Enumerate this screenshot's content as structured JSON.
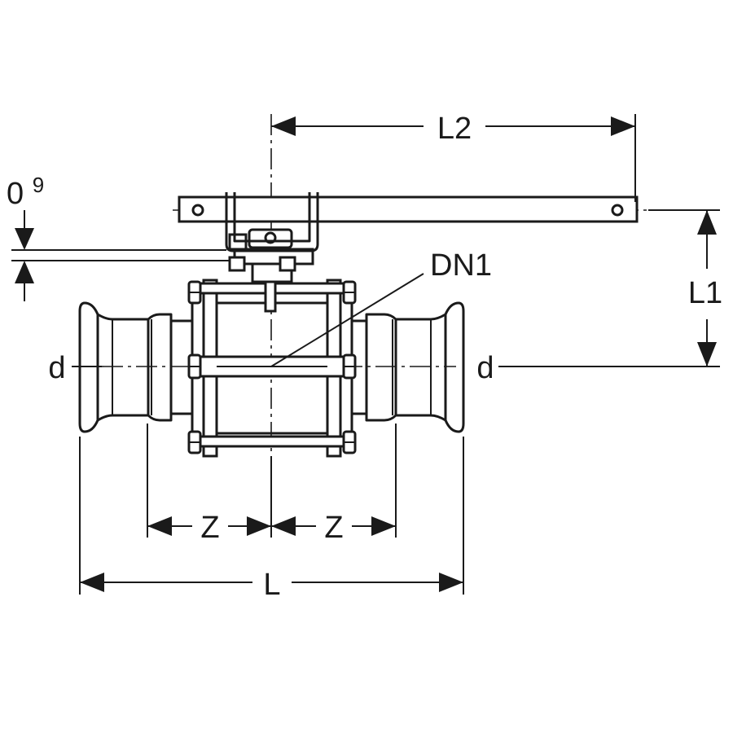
{
  "labels": {
    "l2": "L2",
    "o9_base": "0",
    "o9_sup": "9",
    "dn1": "DN1",
    "l1": "L1",
    "d_left": "d",
    "d_right": "d",
    "z_left": "Z",
    "z_right": "Z",
    "l": "L"
  }
}
